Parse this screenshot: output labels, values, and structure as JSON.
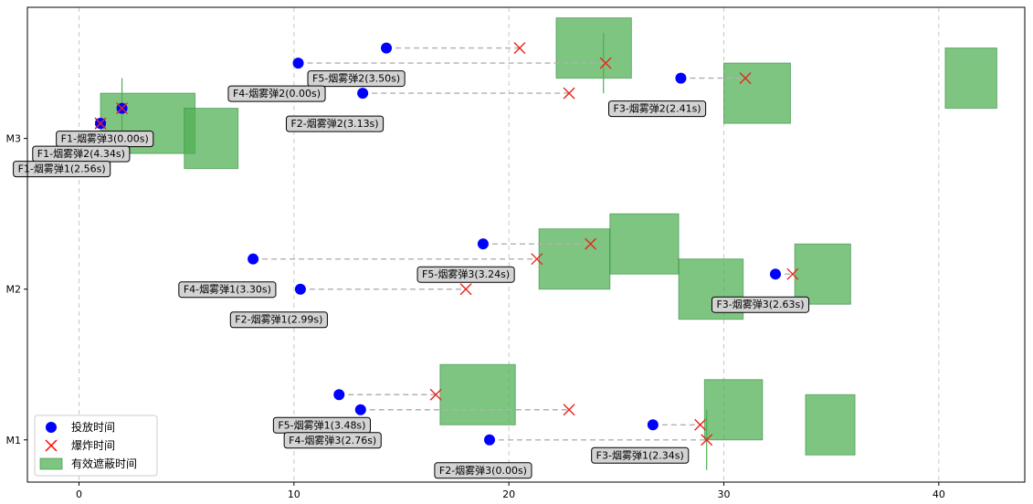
{
  "chart_data": {
    "type": "scatter",
    "xlim": [
      -2.4,
      44
    ],
    "ylim": [
      0.72,
      3.87
    ],
    "x_ticks": [
      0,
      10,
      20,
      30,
      40
    ],
    "y_ticks": [
      {
        "value": 1,
        "label": "M1"
      },
      {
        "value": 2,
        "label": "M2"
      },
      {
        "value": 3,
        "label": "M3"
      }
    ],
    "grid": "vertical dashed",
    "legend": {
      "position": "lower-left",
      "entries": [
        {
          "label": "投放时间",
          "marker": "circle",
          "color": "#0000ff"
        },
        {
          "label": "爆炸时间",
          "marker": "x",
          "color": "#ff0000"
        },
        {
          "label": "有效遮蔽时间",
          "marker": "rect",
          "color": "#4caf50"
        }
      ]
    },
    "colors": {
      "drop": "#0000ff",
      "explode": "#e8251c",
      "cover": "#4caf50",
      "connector": "#b0b0b0",
      "grid": "#c8c8c8"
    },
    "events": [
      {
        "missile": "M3",
        "drop": [
          1.0,
          3.1
        ],
        "explode": [
          1.0,
          3.1
        ],
        "label": "F1-烟雾弹3(0.00s)",
        "label_at": [
          1.2,
          3.0
        ]
      },
      {
        "missile": "M3",
        "drop": [
          2.0,
          3.2
        ],
        "explode": [
          2.0,
          3.2
        ],
        "label": "F1-烟雾弹2(4.34s)",
        "label_at": [
          0.1,
          2.9
        ]
      },
      {
        "missile": "M3",
        "drop": [
          1.0,
          3.1
        ],
        "explode": [
          1.0,
          3.1
        ],
        "label": "F1-烟雾弹1(2.56s)",
        "label_at": [
          -0.8,
          2.8
        ]
      },
      {
        "missile": "M3",
        "drop": [
          14.3,
          3.6
        ],
        "explode": [
          20.5,
          3.6
        ],
        "label": "F5-烟雾弹2(3.50s)",
        "label_at": [
          12.9,
          3.4
        ]
      },
      {
        "missile": "M3",
        "drop": [
          10.2,
          3.5
        ],
        "explode": [
          24.5,
          3.5
        ],
        "label": "F4-烟雾弹2(0.00s)",
        "label_at": [
          9.2,
          3.3
        ]
      },
      {
        "missile": "M3",
        "drop": [
          13.2,
          3.3
        ],
        "explode": [
          22.8,
          3.3
        ],
        "label": "F2-烟雾弹2(3.13s)",
        "label_at": [
          11.9,
          3.1
        ]
      },
      {
        "missile": "M3",
        "drop": [
          28.0,
          3.4
        ],
        "explode": [
          31.0,
          3.4
        ],
        "label": "F3-烟雾弹2(2.41s)",
        "label_at": [
          26.9,
          3.2
        ]
      },
      {
        "missile": "M2",
        "drop": [
          18.8,
          2.3
        ],
        "explode": [
          23.8,
          2.3
        ],
        "label": "F5-烟雾弹3(3.24s)",
        "label_at": [
          18.0,
          2.1
        ]
      },
      {
        "missile": "M2",
        "drop": [
          8.1,
          2.2
        ],
        "explode": [
          21.3,
          2.2
        ],
        "label": "F4-烟雾弹1(3.30s)",
        "label_at": [
          6.9,
          2.0
        ]
      },
      {
        "missile": "M2",
        "drop": [
          10.3,
          2.0
        ],
        "explode": [
          18.0,
          2.0
        ],
        "label": "F2-烟雾弹1(2.99s)",
        "label_at": [
          9.3,
          1.8
        ]
      },
      {
        "missile": "M2",
        "drop": [
          32.4,
          2.1
        ],
        "explode": [
          33.2,
          2.1
        ],
        "label": "F3-烟雾弹3(2.63s)",
        "label_at": [
          31.7,
          1.9
        ]
      },
      {
        "missile": "M1",
        "drop": [
          12.1,
          1.3
        ],
        "explode": [
          16.6,
          1.3
        ],
        "label": "F5-烟雾弹1(3.48s)",
        "label_at": [
          11.3,
          1.1
        ]
      },
      {
        "missile": "M1",
        "drop": [
          13.1,
          1.2
        ],
        "explode": [
          22.8,
          1.2
        ],
        "label": "F4-烟雾弹3(2.76s)",
        "label_at": [
          11.8,
          1.0
        ]
      },
      {
        "missile": "M1",
        "drop": [
          26.7,
          1.1
        ],
        "explode": [
          28.9,
          1.1
        ],
        "label": "F3-烟雾弹1(2.34s)",
        "label_at": [
          26.1,
          0.9
        ]
      },
      {
        "missile": "M1",
        "drop": [
          19.1,
          1.0
        ],
        "explode": [
          29.2,
          1.0
        ],
        "label": "F2-烟雾弹3(0.00s)",
        "label_at": [
          18.8,
          0.8
        ]
      }
    ],
    "cover_intervals": [
      {
        "x0": 1.0,
        "x1": 5.4,
        "y0": 2.9,
        "y1": 3.3
      },
      {
        "x0": 4.9,
        "x1": 7.4,
        "y0": 2.8,
        "y1": 3.2
      },
      {
        "x0": 22.2,
        "x1": 25.7,
        "y0": 3.4,
        "y1": 3.8
      },
      {
        "x0": 30.0,
        "x1": 33.1,
        "y0": 3.1,
        "y1": 3.5
      },
      {
        "x0": 40.3,
        "x1": 42.7,
        "y0": 3.2,
        "y1": 3.6
      },
      {
        "x0": 21.4,
        "x1": 24.7,
        "y0": 2.0,
        "y1": 2.4
      },
      {
        "x0": 24.7,
        "x1": 27.9,
        "y0": 2.1,
        "y1": 2.5
      },
      {
        "x0": 27.9,
        "x1": 30.9,
        "y0": 1.8,
        "y1": 2.2
      },
      {
        "x0": 33.3,
        "x1": 35.9,
        "y0": 1.9,
        "y1": 2.3
      },
      {
        "x0": 16.8,
        "x1": 20.3,
        "y0": 1.1,
        "y1": 1.5
      },
      {
        "x0": 29.1,
        "x1": 31.8,
        "y0": 1.0,
        "y1": 1.4
      },
      {
        "x0": 33.8,
        "x1": 36.1,
        "y0": 0.9,
        "y1": 1.3
      }
    ],
    "vertical_markers": [
      {
        "x": 2.0,
        "y0": 3.0,
        "y1": 3.4
      },
      {
        "x": 24.4,
        "y0": 3.3,
        "y1": 3.7
      },
      {
        "x": 29.2,
        "y0": 0.8,
        "y1": 1.2
      }
    ]
  }
}
